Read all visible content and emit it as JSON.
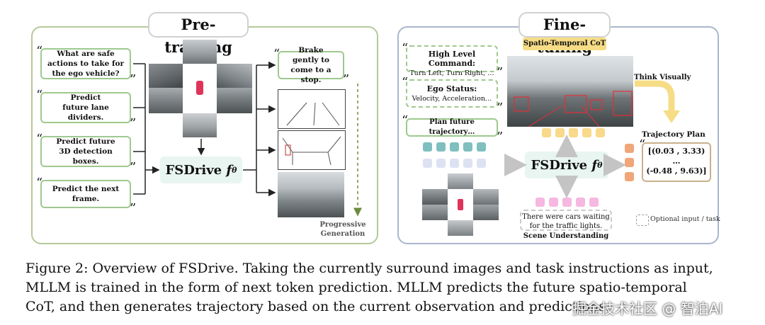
{
  "pretraining": {
    "title": "Pre-training",
    "questions": [
      "What are safe actions to take for the ego vehicle?",
      "Predict future lane dividers.",
      "Predict future 3D detection boxes.",
      "Predict the next frame."
    ],
    "model_label": "FSDrive",
    "model_symbol": "f",
    "model_subscript": "θ",
    "answer_text": "Brake gently to come to a stop.",
    "progressive_label": "Progressive Generation"
  },
  "finetuning": {
    "title": "Fine-tuning",
    "cot_badge": "Spatio-Temporal CoT",
    "high_level_title": "High Level Command:",
    "high_level_values": "Turn Left, Turn Right, …",
    "ego_status_title": "Ego Status:",
    "ego_status_values": "Velocity, Acceleration…",
    "plan_prompt": "Plan future trajectory…",
    "model_label": "FSDrive",
    "model_symbol": "f",
    "model_subscript": "θ",
    "think_visually": "Think Visually",
    "trajectory_title": "Trajectory Plan",
    "trajectory_line1": "[(0.03 , 3.33)",
    "trajectory_line2": "…",
    "trajectory_line3": "(-0.48 , 9.63)]",
    "scene_text": "There were cars waiting for the traffic lights.",
    "scene_label": "Scene Understanding",
    "optional_legend": "Optional input / task"
  },
  "caption": {
    "line1": "Figure 2: Overview of FSDrive. Taking the currently surround images and task instructions as input,",
    "line2": "MLLM is trained in the form of next token prediction. MLLM predicts the future spatio-temporal",
    "line3": "CoT, and then generates trajectory based on the current observation and predictions."
  },
  "watermark": "掘金技术社区 @ 智泊AI",
  "colors": {
    "pre_border": "#b5c99a",
    "fine_border": "#aab6cf",
    "green_box": "#9ec98e",
    "model_bg": "#e8f5f1",
    "token_teal": "#7fbfbf",
    "token_lavender": "#dde2f3",
    "token_yellow": "#f9d98a",
    "token_orange": "#f0a679",
    "token_pink": "#f5b8e0",
    "traj_border": "#c9b08a",
    "arrow_yellow": "#f6dc85"
  }
}
